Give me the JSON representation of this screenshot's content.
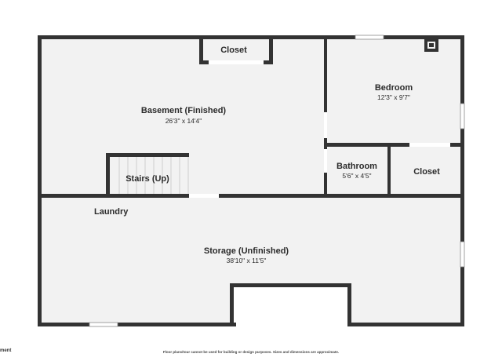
{
  "rooms": {
    "basement": {
      "name": "Basement (Finished)",
      "dims": "26'3\" x 14'4\""
    },
    "closet_top": {
      "name": "Closet"
    },
    "bedroom": {
      "name": "Bedroom",
      "dims": "12'3\" x 9'7\""
    },
    "bathroom": {
      "name": "Bathroom",
      "dims": "5'6\" x 4'5\""
    },
    "closet_right": {
      "name": "Closet"
    },
    "stairs": {
      "name": "Stairs (Up)"
    },
    "laundry": {
      "name": "Laundry"
    },
    "storage": {
      "name": "Storage (Unfinished)",
      "dims": "38'10\" x 11'5\""
    }
  },
  "footer": {
    "disclaimer": "Floor plans/tour cannot be used for building or design purposes. Sizes and dimensions are approximate.",
    "corner_text": "ment"
  },
  "colors": {
    "wall": "#333333",
    "floor": "#f2f2f2",
    "background": "#ffffff"
  }
}
